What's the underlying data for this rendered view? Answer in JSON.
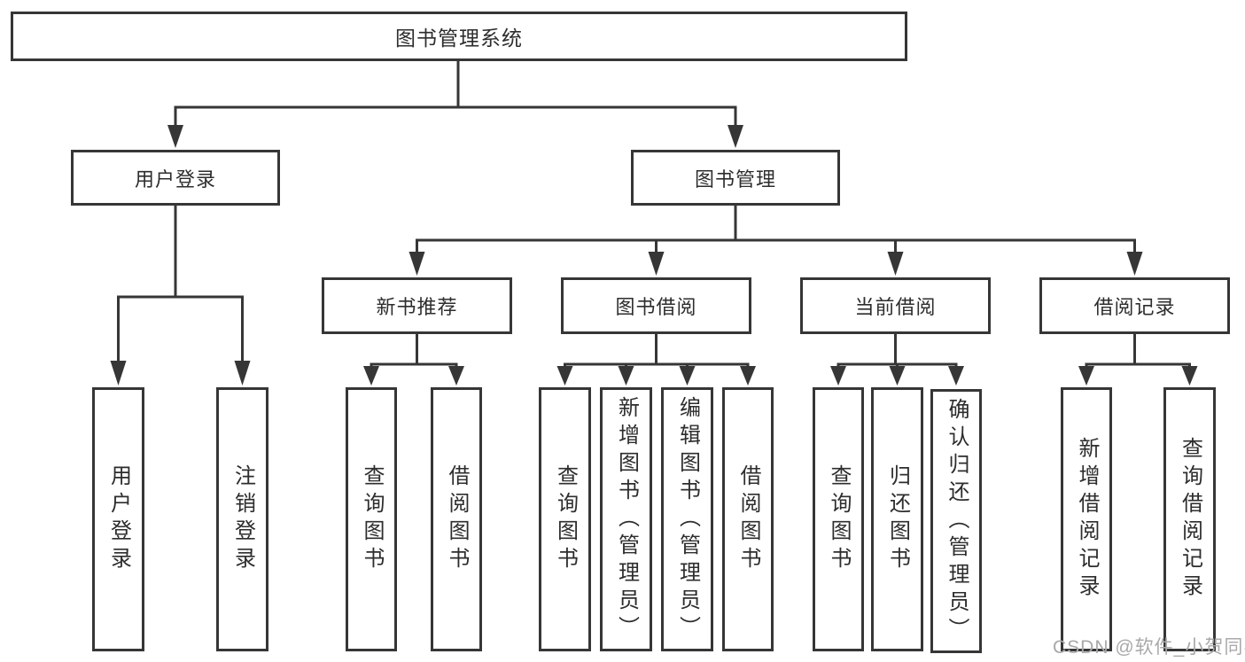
{
  "tree": {
    "root": {
      "label": "图书管理系统"
    },
    "branches": [
      {
        "label": "用户登录",
        "children": [
          {
            "label": "用户登录"
          },
          {
            "label": "注销登录"
          }
        ]
      },
      {
        "label": "图书管理",
        "children": [
          {
            "label": "新书推荐",
            "children": [
              {
                "label": "查询图书"
              },
              {
                "label": "借阅图书"
              }
            ]
          },
          {
            "label": "图书借阅",
            "children": [
              {
                "label": "查询图书"
              },
              {
                "label": "新增图书（管理员）"
              },
              {
                "label": "编辑图书（管理员）"
              },
              {
                "label": "借阅图书"
              }
            ]
          },
          {
            "label": "当前借阅",
            "children": [
              {
                "label": "查询图书"
              },
              {
                "label": "归还图书"
              },
              {
                "label": "确认归还（管理员）"
              }
            ]
          },
          {
            "label": "借阅记录",
            "children": [
              {
                "label": "新增借阅记录"
              },
              {
                "label": "查询借阅记录"
              }
            ]
          }
        ]
      }
    ]
  },
  "watermark": "CSDN @软件_小贺同学",
  "colors": {
    "line": "#363636",
    "text": "#2d2d2d",
    "watermark": "#a9a9a9",
    "background": "#ffffff"
  }
}
